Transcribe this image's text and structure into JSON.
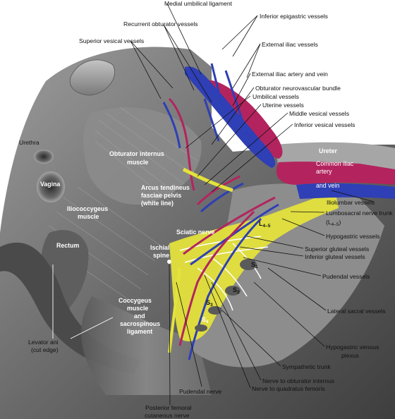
{
  "labels": {
    "medial_umbilical_ligament": "Medial umbilical ligament",
    "recurrent_obturator_vessels": "Recurrent obturator vessels",
    "inferior_epigastric_vessels": "Inferior epigastric vessels",
    "superior_vesical_vessels": "Superior vesical vessels",
    "external_iliac_vessels": "External iliac vessels",
    "external_iliac_artery_vein": "External iliac artery and vein",
    "obturator_neurovascular_bundle": "Obturator neurovascular bundle",
    "umbilical_vessels": "Umbilical vessels",
    "uterine_vessels": "Uterine vessels",
    "middle_vesical_vessels": "Middle vesical vessels",
    "inferior_vesical_vessels": "Inferior vesical vessels",
    "urethra": "Urethra",
    "ureter": "Ureter",
    "common_iliac_artery_1": "Common iliac",
    "common_iliac_artery_2": "artery",
    "and_vein": "and vein",
    "iliolumbar_vessels": "Iliolumbar vessels",
    "lumbosacral_trunk_1": "Lumbosacral nerve trunk",
    "lumbosacral_trunk_2": "(L",
    "lumbosacral_trunk_2_sub": "4–5",
    "lumbosacral_trunk_2_end": ")",
    "hypogastric_vessels": "Hypogastric vessels",
    "superior_gluteal_vessels": "Superior gluteal vessels",
    "inferior_gluteal_vessels": "Inferior gluteal vessels",
    "pudendal_vessels": "Pudendal vessels",
    "lateral_sacral_vessels": "Lateral sacral vessels",
    "hypogastric_venous_plexus_1": "Hypogastric venous",
    "hypogastric_venous_plexus_2": "plexus",
    "sympathetic_trunk": "Sympathetic trunk",
    "nerve_obturator_internus": "Nerve to obturator internus",
    "nerve_quadratus_femoris": "Nerve to quadratus femoris",
    "pudendal_nerve": "Pudendal nerve",
    "posterior_femoral_1": "Posterior femoral",
    "posterior_femoral_2": "cutaneous nerve",
    "levator_ani_1": "Levator ani",
    "levator_ani_2": "(cut edge)",
    "obturator_internus_1": "Obturator internus",
    "obturator_internus_2": "muscle",
    "vagina": "Vagina",
    "arcus_1": "Arcus tendineus",
    "arcus_2": "fasciae pelvis",
    "arcus_3": "(white line)",
    "iliococcygeus_1": "Iliococcygeus",
    "iliococcygeus_2": "muscle",
    "rectum": "Rectum",
    "sciatic_nerve": "Sciatic nerve",
    "ischial_spine_1": "Ischial",
    "ischial_spine_2": "spine",
    "coccygeus_1": "Coccygeus",
    "coccygeus_2": "muscle",
    "coccygeus_3": "and",
    "coccygeus_4": "sacrospinous",
    "coccygeus_5": "ligament",
    "l45": "L",
    "l45_sub": "4–5",
    "s1": "S",
    "s1_sub": "1",
    "s2": "S",
    "s2_sub": "2",
    "s3": "S",
    "s3_sub": "3",
    "s4": "S",
    "s4_sub": "4"
  },
  "colors": {
    "artery": "#b3245e",
    "vein": "#2f3fb5",
    "nerve": "#e4e23c",
    "muscle": "#6d6d6d",
    "bone": "#9a9a9a"
  }
}
